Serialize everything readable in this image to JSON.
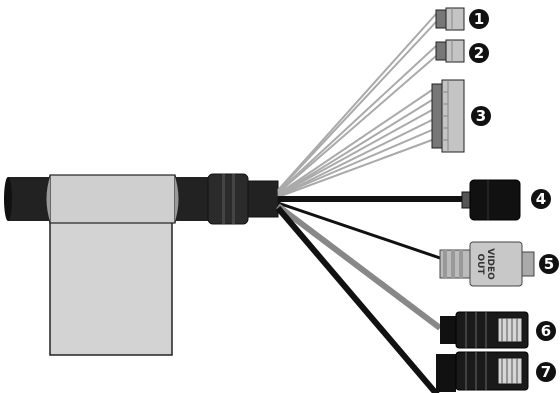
{
  "connectors": [
    {
      "label": "1"
    },
    {
      "label": "2"
    },
    {
      "label": "3"
    },
    {
      "label": "4"
    },
    {
      "label": "5"
    },
    {
      "label": "6"
    },
    {
      "label": "7"
    }
  ],
  "video_out": {
    "line1": "VIDEO",
    "line2": "OUT"
  },
  "colors": {
    "cable": "#222222",
    "gray_wire": "#aaaaaa",
    "sleeve": "#cccccc",
    "tag": "#d3d3d3",
    "connector_body": "#c0c0c0",
    "badge": "#111111"
  }
}
